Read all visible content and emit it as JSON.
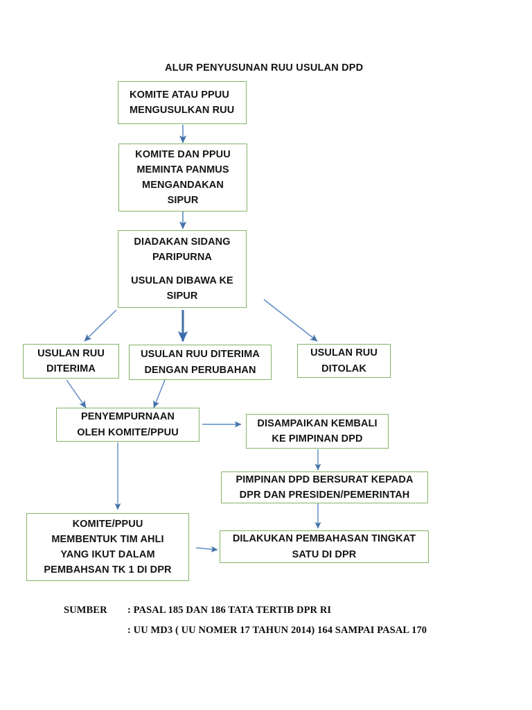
{
  "title": "ALUR PENYUSUNAN RUU USULAN DPD",
  "colors": {
    "box_border": "#82b366",
    "arrow": "#4472a8",
    "text": "#141414",
    "background": "#ffffff"
  },
  "nodes": {
    "n1": {
      "lines": [
        "KOMITE ATAU PPUU",
        "MENGUSULKAN RUU"
      ]
    },
    "n2": {
      "lines": [
        "KOMITE DAN PPUU",
        "MEMINTA PANMUS",
        "MENGANDAKAN",
        "SIPUR"
      ]
    },
    "n3": {
      "lines_a": [
        "DIADAKAN SIDANG",
        "PARIPURNA"
      ],
      "lines_b": [
        "USULAN DIBAWA KE",
        "SIPUR"
      ]
    },
    "n4": {
      "lines": [
        "USULAN RUU",
        "DITERIMA"
      ]
    },
    "n5": {
      "lines": [
        "USULAN RUU DITERIMA",
        "DENGAN PERUBAHAN"
      ]
    },
    "n6": {
      "lines": [
        "USULAN RUU",
        "DITOLAK"
      ]
    },
    "n7": {
      "lines": [
        "PENYEMPURNAAN",
        "OLEH KOMITE/PPUU"
      ]
    },
    "n8": {
      "lines": [
        "DISAMPAIKAN KEMBALI",
        "KE PIMPINAN DPD"
      ]
    },
    "n9": {
      "lines": [
        "PIMPINAN DPD BERSURAT KEPADA",
        "DPR DAN PRESIDEN/PEMERINTAH"
      ]
    },
    "n10": {
      "lines": [
        "DILAKUKAN PEMBAHASAN TINGKAT",
        "SATU DI DPR"
      ]
    },
    "n11": {
      "lines": [
        "KOMITE/PPUU",
        "MEMBENTUK TIM AHLI",
        "YANG IKUT DALAM",
        "PEMBAHSAN TK 1 DI DPR"
      ]
    }
  },
  "source": {
    "label": "SUMBER",
    "line1": ": PASAL 185 DAN 186 TATA TERTIB DPR RI",
    "line2": ": UU MD3 ( UU NOMER 17 TAHUN 2014) 164 SAMPAI PASAL 170"
  }
}
